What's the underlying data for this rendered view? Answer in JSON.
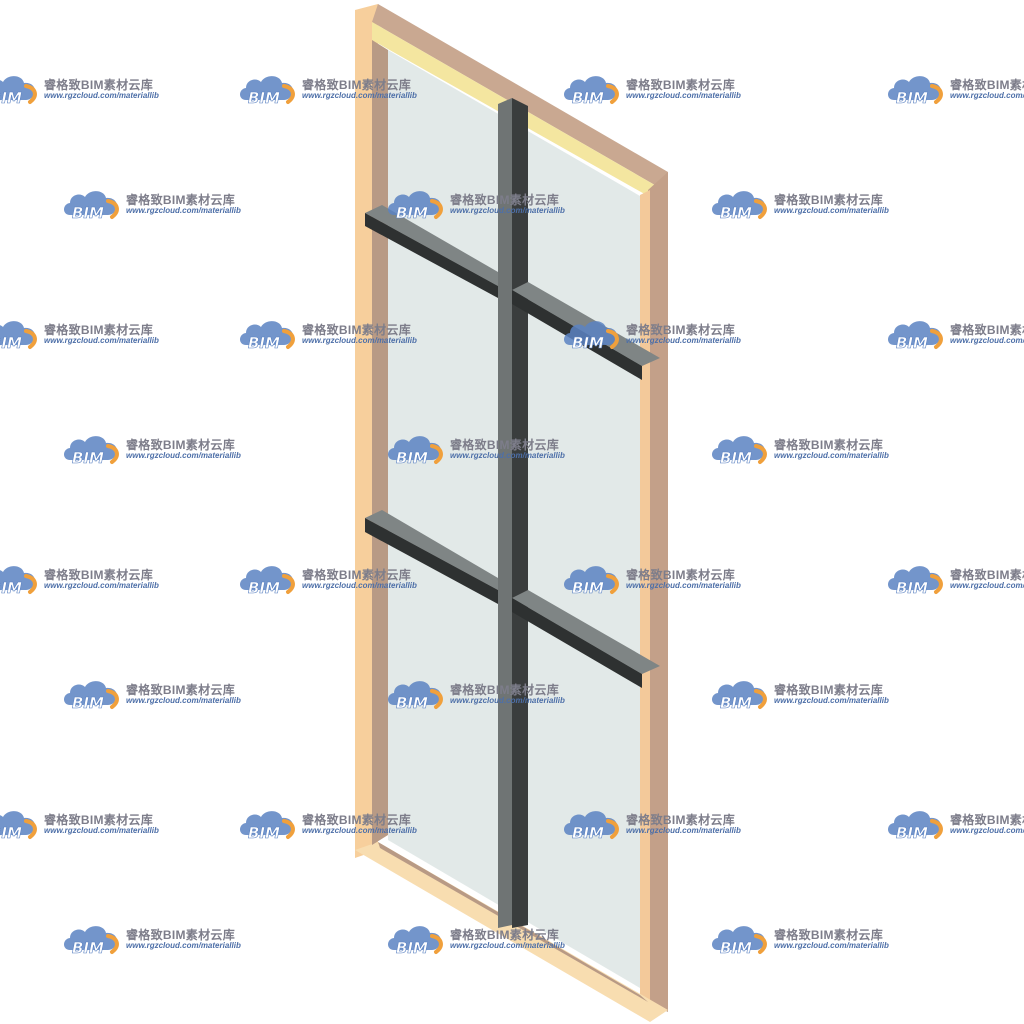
{
  "viewport": {
    "background": "#ffffff"
  },
  "window_model": {
    "frame_color": "#f3c99a",
    "frame_shadow_color": "#b89a85",
    "glass_color": "#dfe7e5",
    "mullion_color": "#3a3d3d",
    "mullion_side_color": "#6f7474"
  },
  "watermark": {
    "logo_text": "BIM",
    "title": "睿格致BIM素材云库",
    "url": "www.rgzcloud.com/materiallib",
    "cloud_color": "#5b82c2",
    "swoosh_color": "#f0a03c"
  }
}
